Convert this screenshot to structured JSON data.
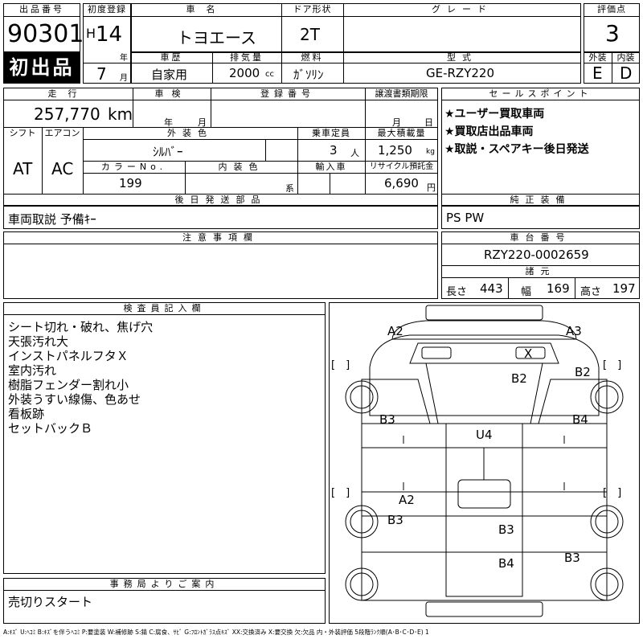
{
  "header": {
    "lot_no_label": "出品番号",
    "lot_no": "90301",
    "first_listing_badge": "初出品",
    "first_reg_label": "初度登録",
    "first_reg_era": "H",
    "first_reg_year": "14",
    "year_unit": "年",
    "first_reg_month": "7",
    "month_unit": "月",
    "car_name_label": "車名",
    "car_name": "トヨエース",
    "door_label": "ドア形状",
    "door": "2T",
    "grade_label": "グレード",
    "grade": "",
    "score_label": "評価点",
    "score": "3",
    "history_label": "車歴",
    "history": "自家用",
    "displacement_label": "排気量",
    "displacement": "2000",
    "displacement_unit": "cc",
    "fuel_label": "燃料",
    "fuel": "ｶﾞｿﾘﾝ",
    "model_label": "型式",
    "model": "GE-RZY220",
    "exterior_grade_label": "外装",
    "exterior_grade": "E",
    "interior_grade_label": "内装",
    "interior_grade": "D"
  },
  "row2": {
    "mileage_label": "走行",
    "mileage": "257,770",
    "mileage_unit": "km",
    "inspection_label": "車検",
    "inspection_year_unit": "年",
    "inspection_month_unit": "月",
    "reg_no_label": "登録番号",
    "transfer_label": "譲渡書類期限",
    "transfer_month_unit": "月",
    "transfer_day_unit": "日",
    "shift_label": "シフト",
    "shift": "AT",
    "ac_label": "エアコン",
    "ac": "AC",
    "color_label": "外装色",
    "color": "ｼﾙﾊﾞｰ",
    "capacity_label": "乗車定員",
    "capacity": "3",
    "capacity_unit": "人",
    "load_label": "最大積載量",
    "load": "1,250",
    "load_unit": "kg",
    "color_no_label": "カラーNo.",
    "color_no": "199",
    "interior_color_label": "内装色",
    "interior_color_unit": "系",
    "import_label": "輸入車",
    "recycle_label": "リサイクル預託金",
    "recycle": "6,690",
    "recycle_unit": "円"
  },
  "sales_points": {
    "label": "セールスポイント",
    "items": [
      "★ユーザー買取車両",
      "★買取店出品車両",
      "★取説・スペアキー後日発送"
    ]
  },
  "later_parts": {
    "label": "後日発送部品",
    "value": "車両取説 予備ｷｰ"
  },
  "equipment": {
    "label": "純正装備",
    "value": "PS PW"
  },
  "notes": {
    "label": "注意事項欄",
    "value": ""
  },
  "chassis": {
    "label": "車台番号",
    "value": "RZY220-0002659",
    "spec_label": "諸元",
    "length_label": "長さ",
    "length": "443",
    "width_label": "幅",
    "width": "169",
    "height_label": "高さ",
    "height": "197"
  },
  "inspector": {
    "label": "検査員記入欄",
    "lines": [
      "シート切れ・破れ、焦げ穴",
      "天張汚れ大",
      "インストパネルフタＸ",
      "室内汚れ",
      "樹脂フェンダー割れ小",
      "外装うすい線傷、色あせ",
      "看板跡",
      "セットバックＢ"
    ]
  },
  "office": {
    "label": "事務局よりご案内",
    "value": "売切りスタート"
  },
  "diagram": {
    "marks": [
      "A2",
      "A3",
      "X",
      "B2",
      "B2",
      "B3",
      "B4",
      "U4",
      "A2",
      "B3",
      "B3",
      "B4",
      "B3"
    ],
    "bracket": "[　]"
  },
  "legend": "A:ｷｽﾞ U:ﾍｺﾐ B:ｷｽﾞを伴うﾍｺﾐ P:要塗装 W:補修跡 S:錆 C:腐食、ｻﾋﾞ G:ﾌﾛﾝﾄｶﾞﾗｽ点ｷｽﾞ XX:交換済み X:要交換 欠:欠品 内・外装評価 5段階ﾗﾝｸ順(A･B･C･D･E) 1"
}
